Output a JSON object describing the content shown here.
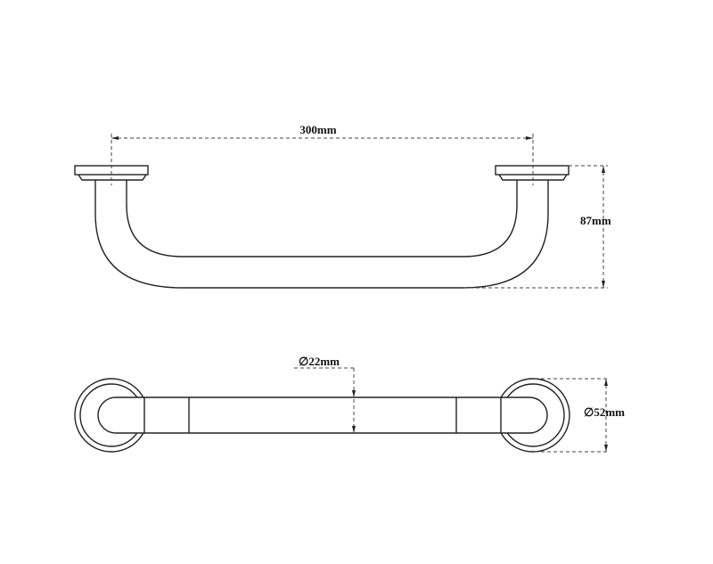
{
  "dimensions": {
    "length": "300mm",
    "projection": "87mm",
    "tube_diameter": "22mm",
    "flange_diameter": "52mm",
    "diameter_symbol": "∅"
  },
  "colors": {
    "line": "#222222",
    "background": "#ffffff"
  }
}
